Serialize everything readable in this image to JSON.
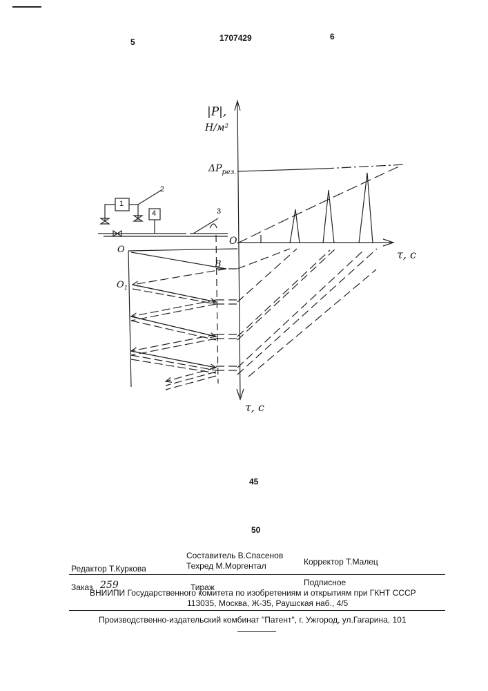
{
  "header": {
    "page_left": "5",
    "patent_number": "1707429",
    "page_right": "6"
  },
  "figure": {
    "y_axis_label_line1": "|P|,",
    "y_axis_label_line2": "H/м²",
    "delta_p_label": "ΔP",
    "delta_p_sub": "рез.",
    "origin_right": "O",
    "x_axis_label": "τ, c",
    "down_axis_label": "τ, c",
    "origin_left": "O",
    "label_b": "B",
    "label_o1": "O",
    "label_o1_sub": "1",
    "scheme": {
      "block_1": "1",
      "block_4": "4",
      "callout_2": "2",
      "callout_3": "3"
    }
  },
  "line_numbers": {
    "n45": "45",
    "n50": "50"
  },
  "footer": {
    "editor": "Редактор  Т.Куркова",
    "compiler": "Составитель В.Спасенов",
    "techred": "Техред М.Моргентал",
    "corrector": "Корректор  Т.Малец",
    "order_label": "Заказ",
    "order_number": "259",
    "circulation": "Тираж",
    "subscription": "Подписное",
    "vniipi": "ВНИИПИ Государственного комитета по изобретениям и открытиям при ГКНТ СССР",
    "address": "113035, Москва, Ж-35, Раушская наб., 4/5",
    "printer": "Производственно-издательский комбинат \"Патент\", г. Ужгород, ул.Гагарина, 101"
  }
}
